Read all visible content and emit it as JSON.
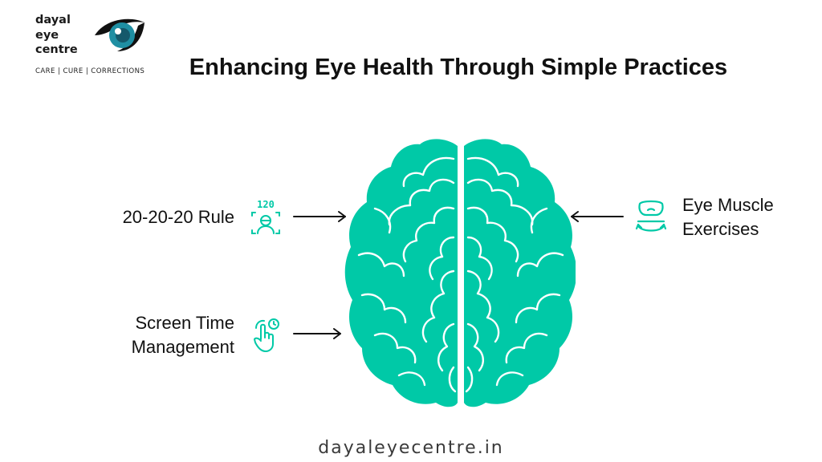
{
  "brand": {
    "logo_lines": [
      "dayal",
      "eye",
      "centre"
    ],
    "tagline": "CARE | CURE | CORRECTIONS",
    "accent_color": "#00c9a7",
    "eye_color": "#1f8fa3"
  },
  "title": "Enhancing Eye Health Through Simple Practices",
  "diagram": {
    "center_icon": "brain-icon",
    "practices": [
      {
        "id": "rule-20-20-20",
        "lines": [
          "20-20-20 Rule"
        ],
        "icon": "eye-timer-120-icon",
        "icon_text": "120",
        "side": "left"
      },
      {
        "id": "screen-time",
        "lines": [
          "Screen Time",
          "Management"
        ],
        "icon": "touch-timer-icon",
        "side": "left"
      },
      {
        "id": "eye-muscle",
        "lines": [
          "Eye Muscle",
          "Exercises"
        ],
        "icon": "eye-exercise-icon",
        "side": "right"
      }
    ]
  },
  "footer": "dayaleyecentre.in"
}
